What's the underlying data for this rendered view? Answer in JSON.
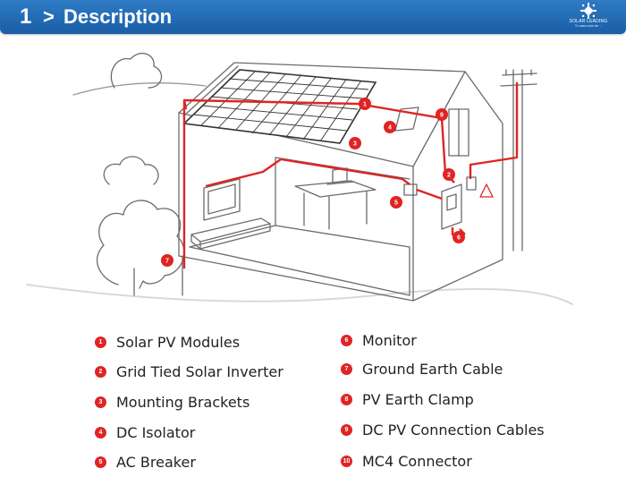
{
  "header": {
    "number": "1",
    "chevron": ">",
    "title": "Description",
    "brand": {
      "name": "SOLAR LEADING",
      "tagline": "Tu casa solar sin ..."
    }
  },
  "colors": {
    "header_blue": "#1f66ad",
    "badge_red": "#e02424",
    "cable_red": "#e02424",
    "line_gray": "#6b6b6b"
  },
  "diagram": {
    "callouts": [
      "1",
      "9",
      "4",
      "3",
      "2",
      "5",
      "6",
      "7"
    ]
  },
  "legend": {
    "left": [
      {
        "num": "1",
        "label": "Solar PV Modules"
      },
      {
        "num": "2",
        "label": "Grid Tied Solar Inverter"
      },
      {
        "num": "3",
        "label": "Mounting Brackets"
      },
      {
        "num": "4",
        "label": "DC Isolator"
      },
      {
        "num": "5",
        "label": "AC Breaker"
      }
    ],
    "right": [
      {
        "num": "6",
        "label": "Monitor"
      },
      {
        "num": "7",
        "label": "Ground Earth Cable"
      },
      {
        "num": "8",
        "label": "PV Earth Clamp"
      },
      {
        "num": "9",
        "label": "DC PV Connection Cables"
      },
      {
        "num": "10",
        "label": "MC4 Connector"
      }
    ]
  }
}
